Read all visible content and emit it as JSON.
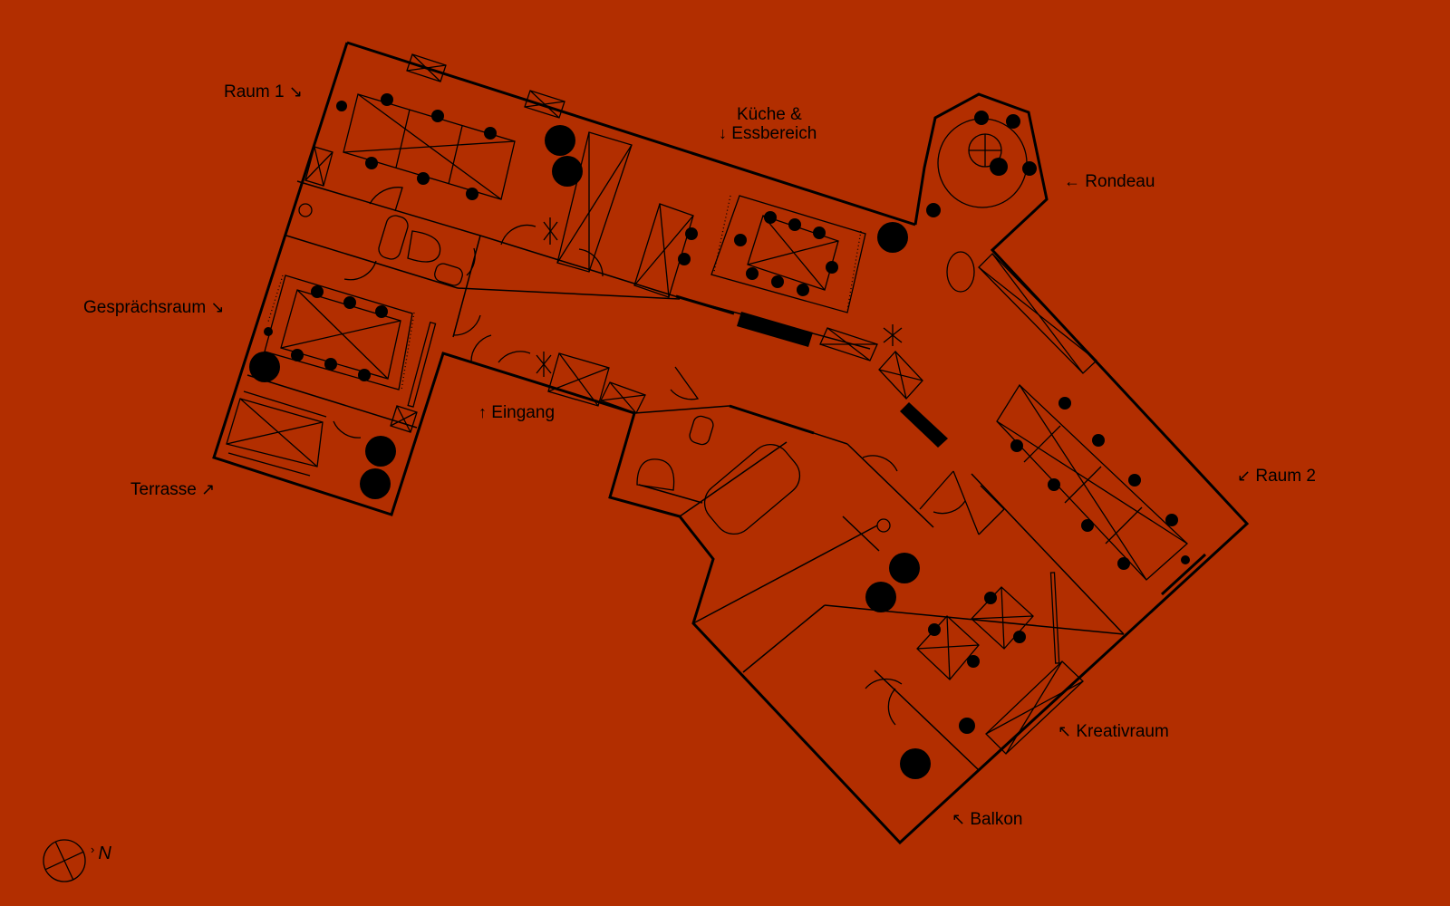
{
  "colors": {
    "background": "#B22E00",
    "ink": "#000000"
  },
  "labels": {
    "raum1": {
      "text": "Raum 1",
      "arrow": "↘"
    },
    "kueche": {
      "line1": "Küche &",
      "line2": "Essbereich",
      "arrow": "↓"
    },
    "rondeau": {
      "text": "Rondeau",
      "arrow": "←"
    },
    "gespraechsraum": {
      "text": "Gesprächsraum",
      "arrow": "↘"
    },
    "eingang": {
      "text": "Eingang",
      "arrow": "↑"
    },
    "raum2": {
      "text": "Raum 2",
      "arrow": "↙"
    },
    "terrasse": {
      "text": "Terrasse",
      "arrow": "↗"
    },
    "kreativraum": {
      "text": "Kreativraum",
      "arrow": "↖"
    },
    "balkon": {
      "text": "Balkon",
      "arrow": "↖"
    }
  },
  "compass": {
    "label": "N",
    "icon": "north-compass-icon"
  }
}
